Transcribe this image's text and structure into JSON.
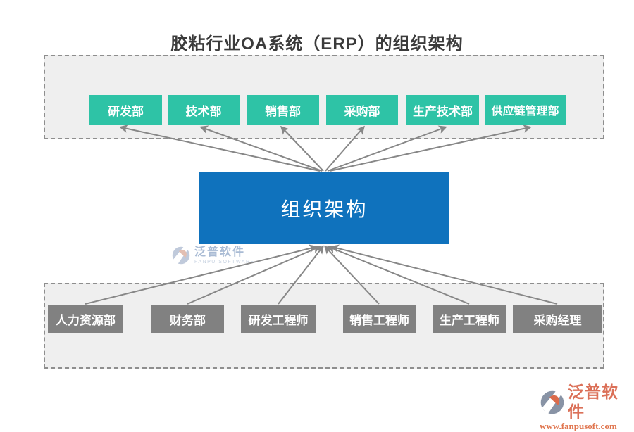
{
  "title": "胶粘行业OA系统（ERP）的组织架构",
  "center_node": {
    "label": "组织架构"
  },
  "top_group": {
    "items": [
      {
        "label": "研发部"
      },
      {
        "label": "技术部"
      },
      {
        "label": "销售部"
      },
      {
        "label": "采购部"
      },
      {
        "label": "生产技术部"
      },
      {
        "label": "供应链管理部"
      }
    ]
  },
  "bottom_group": {
    "items": [
      {
        "label": "人力资源部"
      },
      {
        "label": "财务部"
      },
      {
        "label": "研发工程师"
      },
      {
        "label": "销售工程师"
      },
      {
        "label": "生产工程师"
      },
      {
        "label": "采购经理"
      }
    ]
  },
  "watermark": {
    "brand": "泛普软件",
    "brand_en": "FANPU SOFTWARE"
  },
  "footer_logo": {
    "brand": "泛普软件",
    "url": "www.fanpusoft.com"
  },
  "colors": {
    "top_node": "#2ec3a6",
    "center_node": "#0f72bd",
    "bottom_node": "#818181",
    "arrow": "#878787",
    "brand_orange": "#db7058",
    "group_fill": "#efefef"
  }
}
